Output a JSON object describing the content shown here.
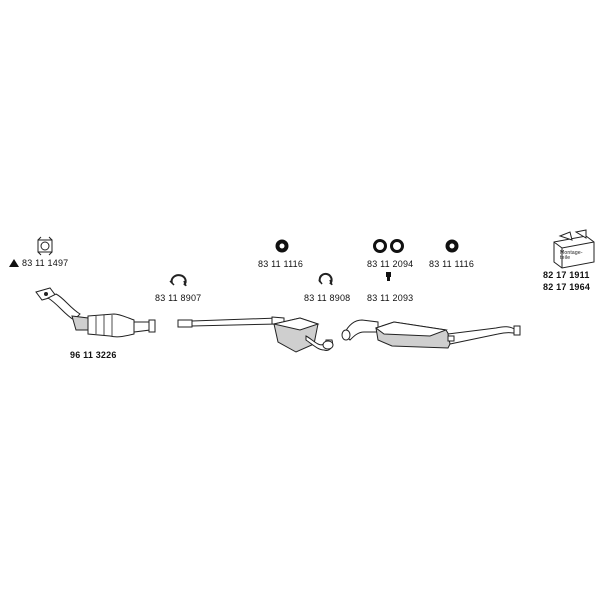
{
  "labels": {
    "gasket_flange": "83 11 1497",
    "front_pipe": "96 11 3226",
    "clamp_1": "83 11 8907",
    "mount_ring_1": "83 11 1116",
    "clamp_2": "83 11 8908",
    "rubber_rings_pair": "83 11 2094",
    "bolt": "83 11 2093",
    "mount_ring_2": "83 11 1116",
    "mounting_kit_1": "82 17 1911",
    "mounting_kit_2": "82 17 1964",
    "mounting_box_text": "Montage-teile"
  },
  "colors": {
    "line": "#222222",
    "fill": "#ffffff",
    "shade": "#cfcfcf",
    "dark": "#111111"
  },
  "icons": {
    "warning": "triangle-icon"
  }
}
